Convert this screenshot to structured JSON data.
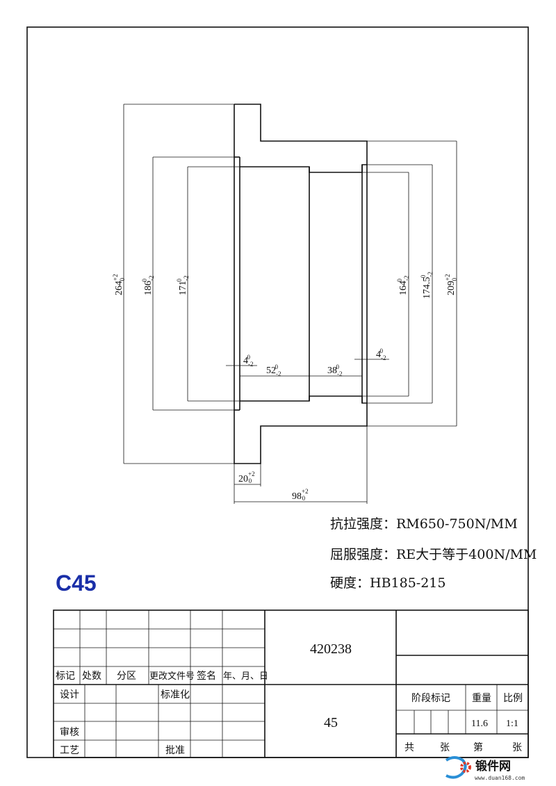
{
  "material_mark": "C45",
  "requirements": [
    "抗拉强度：RM650-750N/MM",
    "屈服强度：RE大于等于400N/MM",
    "硬度：HB185-215"
  ],
  "dimensions": {
    "d264": {
      "value": "264",
      "upper": "+2",
      "lower": "0"
    },
    "d186": {
      "value": "186",
      "upper": "0",
      "lower": "-2"
    },
    "d171": {
      "value": "171",
      "upper": "0",
      "lower": "-2"
    },
    "d164": {
      "value": "164",
      "upper": "0",
      "lower": "-2"
    },
    "d174_5": {
      "value": "174.5",
      "upper": "0",
      "lower": "-2"
    },
    "d209": {
      "value": "209",
      "upper": "+2",
      "lower": "0"
    },
    "l4_left": {
      "value": "4",
      "upper": "0",
      "lower": "-2"
    },
    "l52": {
      "value": "52",
      "upper": "0",
      "lower": "-2"
    },
    "l38": {
      "value": "38",
      "upper": "0",
      "lower": "-2"
    },
    "l4_right": {
      "value": "4",
      "upper": "0",
      "lower": "-2"
    },
    "l20": {
      "value": "20",
      "upper": "+2",
      "lower": "0"
    },
    "l98": {
      "value": "98",
      "upper": "+2",
      "lower": "0"
    }
  },
  "title_block": {
    "headers": [
      "标记",
      "处数",
      "分区",
      "更改文件号",
      "签名",
      "年、月、日"
    ],
    "design": "设计",
    "standardize": "标准化",
    "review": "审核",
    "process": "工艺",
    "approve": "批准",
    "drawing_number": "420238",
    "material": "45",
    "stage_mark": "阶段标记",
    "weight_label": "重量",
    "scale_label": "比例",
    "weight": "11.6",
    "scale": "1:1",
    "total": "共",
    "sheets1": "张",
    "sheet_no": "第",
    "sheets2": "张"
  },
  "watermark": {
    "name": "锻件网",
    "url": "www.duan168.com"
  },
  "colors": {
    "mark": "#1a2fa8"
  }
}
